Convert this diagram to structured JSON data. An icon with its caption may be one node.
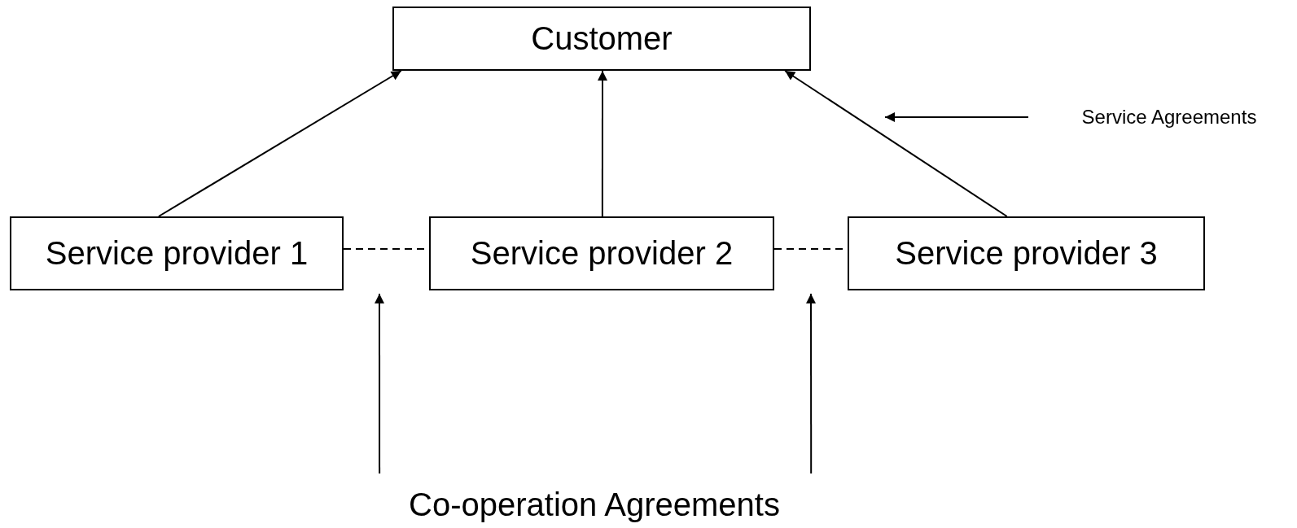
{
  "diagram": {
    "nodes": [
      {
        "text": [
          "Customer"
        ]
      },
      {
        "text": [
          "Service provider 1"
        ]
      },
      {
        "text": [
          "Service provider 2"
        ]
      },
      {
        "text": [
          "Service provider 3"
        ]
      },
      {
        "text": [
          "Service Agreements"
        ]
      },
      {
        "text": [
          "Co-operation Agreements"
        ]
      }
    ],
    "edges": [
      {
        "from": 1,
        "to": 0,
        "arrow": "to"
      },
      {
        "from": 2,
        "to": 0,
        "arrow": "to"
      },
      {
        "from": 3,
        "to": 0,
        "arrow": "to"
      },
      {
        "from": 1,
        "to": 2,
        "arrow": "none",
        "style": "dashed"
      },
      {
        "from": 2,
        "to": 3,
        "arrow": "none",
        "style": "dashed"
      },
      {
        "from": 4,
        "to": null,
        "arrow": "to"
      },
      {
        "from": 5,
        "to": null,
        "arrow": "to"
      },
      {
        "from": 5,
        "to": null,
        "arrow": "to"
      }
    ]
  }
}
